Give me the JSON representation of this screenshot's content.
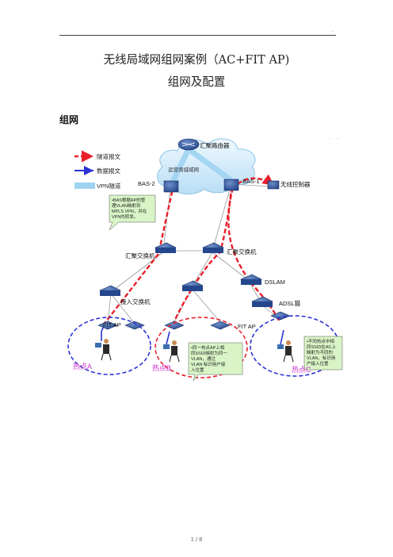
{
  "header": {
    "mark": "."
  },
  "title": {
    "line1": "无线局域网组网案例（AC+FIT AP)",
    "line2": "组网及配置"
  },
  "section": {
    "heading": "组网"
  },
  "corner_marks": ". .",
  "diagram": {
    "legend": {
      "tunnel": "隧道报文",
      "data": "数据报文",
      "vpn": "VPN隧道"
    },
    "nodes": {
      "agg_router": "汇聚路由器",
      "operator_mpls": "运营商城域网",
      "bas2": "BAS-2",
      "bas1": "BAS-1",
      "wlan_controller": "无线控制器",
      "agg_switch_left": "汇聚交换机",
      "agg_switch_right": "汇聚交换机",
      "dslam": "DSLAM",
      "access_switch": "接入交换机",
      "adsl_modem": "ADSL猫",
      "fit_ap_left": "FIT AP",
      "fit_ap_mid": "FIT AP",
      "hotspot_a": "热点A",
      "hotspot_b": "热点B",
      "hotspot_c": "热点C"
    },
    "notes": {
      "bas_note": [
        "•BAS根据AP的管",
        "理VLAN映射到",
        "MPLS VPN，并在",
        "VPN内转发。"
      ],
      "hotspot_b_note": [
        "•同一热点AP上相",
        "同SSID映射为同一",
        "VLAN，通过",
        "VLAN 标识用户接",
        "入位置"
      ],
      "hotspot_c_note": [
        "•不同热点中相",
        "同SSID在AC上",
        "映射为不同的",
        "VLAN，标识用",
        "户接入位置"
      ]
    },
    "colors": {
      "tunnel": "#e8202a",
      "data": "#2a33d6",
      "vpn": "#9fd3f2",
      "hotspot_label": "#cc33cc",
      "note_fill": "#d9f5c7"
    }
  },
  "footer": {
    "page_label": "1 / 8"
  }
}
